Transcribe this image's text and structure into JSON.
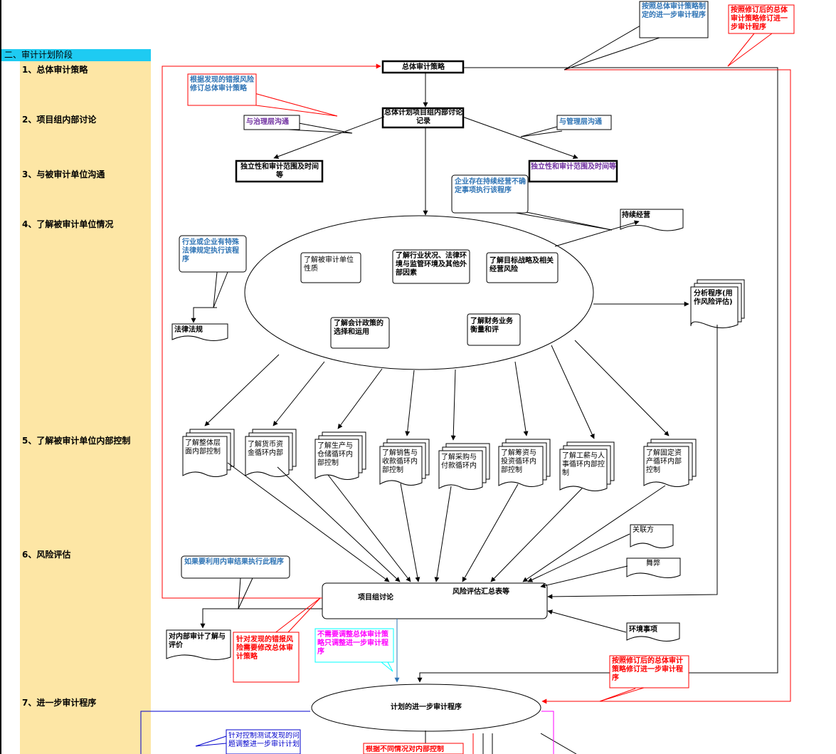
{
  "phase_title": "二、审计计划阶段",
  "steps": [
    "1、总体审计策略",
    "2、项目组内部讨论",
    "3、与被审计单位沟通",
    "4、了解被审计单位情况",
    "5、了解被审计单位内部控制",
    "6、风险评估",
    "7、进一步审计程序"
  ],
  "nodes": {
    "overall_strategy": "总体审计策略",
    "team_discussion_record": "总体计划项目组内部讨论记录",
    "independence_left": "独立性和审计范围及时间等",
    "independence_right": "独立性和审计范围及时间等",
    "going_concern": "持续经营",
    "laws": "法律法规",
    "analysis_procedure": "分析程序(用作风险评估)",
    "understand_entity": "了解被审计单位性质",
    "understand_industry": "了解行业状况、法律环境与监管环境及其他外部因素",
    "understand_objectives": "了解目标战略及相关经营风险",
    "understand_accounting": "了解会计政策的选择和运用",
    "understand_performance": "了解财务业务衡量和评",
    "ic_entity_level": "了解整体层面内部控制",
    "ic_cash": "了解货币资金循环内部",
    "ic_production": "了解生产与仓储循环内部控制",
    "ic_sales": "了解销售与收款循环内部控制",
    "ic_purchase": "了解采购与付款循环内",
    "ic_financing": "了解筹资与投资循环内部控制",
    "ic_payroll": "了解工薪与人事循环内部控制",
    "ic_fixed_assets": "了解固定资产循环内部控制",
    "related_parties": "关联方",
    "fraud": "舞弊",
    "team_discussion": "项目组讨论",
    "risk_summary": "风险评估汇总表等",
    "environment": "环境事项",
    "internal_audit": "对内部审计了解与评价",
    "further_procedures": "计划的进一步审计程序"
  },
  "callouts": {
    "further_by_strategy": "按照总体审计策略制定的进一步审计程序",
    "revised_strategy_top": "按照修订后的总体审计策略修订进一步审计程序",
    "revise_by_misstatement": "根据发现的错报风险修订总体审计策略",
    "communicate_governance": "与治理层沟通",
    "communicate_management": "与管理层沟通",
    "going_concern_doubt": "企业存在持续经营不确定事项执行该程序",
    "special_laws": "行业或企业有特殊法律规定执行该程序",
    "use_internal_audit": "如果要利用内审结果执行此程序",
    "modify_for_misstatement": "针对发现的错报风险需要修改总体审计策略",
    "adjust_only_further": "不需要调整总体审计策略只调整进一步审计程序",
    "revised_strategy_bottom": "按照修订后的总体审计策略修订进一步审计程序",
    "control_test_adjust": "针对控制测试发现的问题调整进一步审计计划",
    "bottom_partial": "根据不同情况对内部控制"
  },
  "colors": {
    "phase_bar": "#1ecbf2",
    "sidebar": "#fde6a5",
    "callout_blue": "#2f74b5",
    "callout_red": "#ff0000",
    "callout_purple": "#7030a0",
    "callout_magenta": "#ff00ff",
    "callout_navy": "#0000cc",
    "callout_cyan_border": "#00ffff"
  },
  "icons": [
    "arrow-head",
    "document-shape",
    "multi-document-shape",
    "callout-box"
  ]
}
